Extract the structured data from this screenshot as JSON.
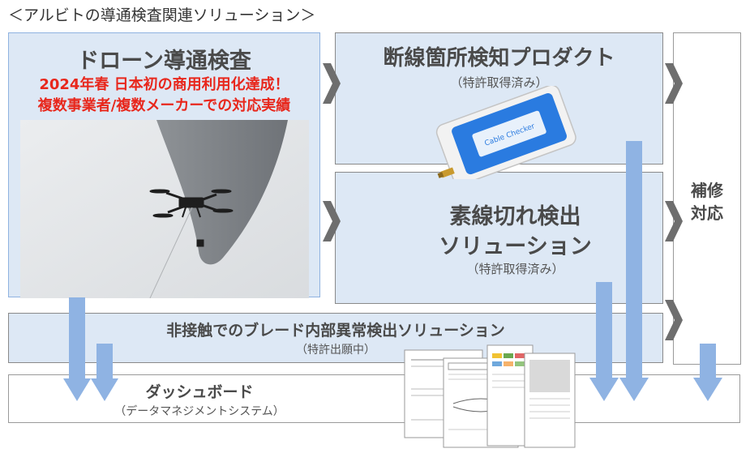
{
  "page_title": "＜アルビトの導通検査関連ソリューション＞",
  "drone_inspection": {
    "heading": "ドローン導通検査",
    "highlight_line1": "2024年春 日本初の商用利用化達成！",
    "highlight_line2": "複数事業者/複数メーカーでの対応実績"
  },
  "disconnection_detection": {
    "heading": "断線箇所検知プロダクト",
    "note": "（特許取得済み）",
    "device_label": "Cable Checker"
  },
  "strand_break_detection": {
    "heading_line1": "素線切れ検出",
    "heading_line2": "ソリューション",
    "note": "（特許取得済み）"
  },
  "non_contact_detection": {
    "heading": "非接触でのブレード内部異常検出ソリューション",
    "note": "（特許出願中）"
  },
  "dashboard": {
    "heading": "ダッシュボード",
    "note": "（データマネジメントシステム）"
  },
  "maintenance": {
    "line1": "補修",
    "line2": "対応"
  },
  "colors": {
    "panel_fill": "#dde8f5",
    "highlight_red": "#e8271c",
    "arrow_blue": "#8fb3e3",
    "chevron_gray": "#6e6e6e",
    "device_blue": "#2a7be0"
  }
}
